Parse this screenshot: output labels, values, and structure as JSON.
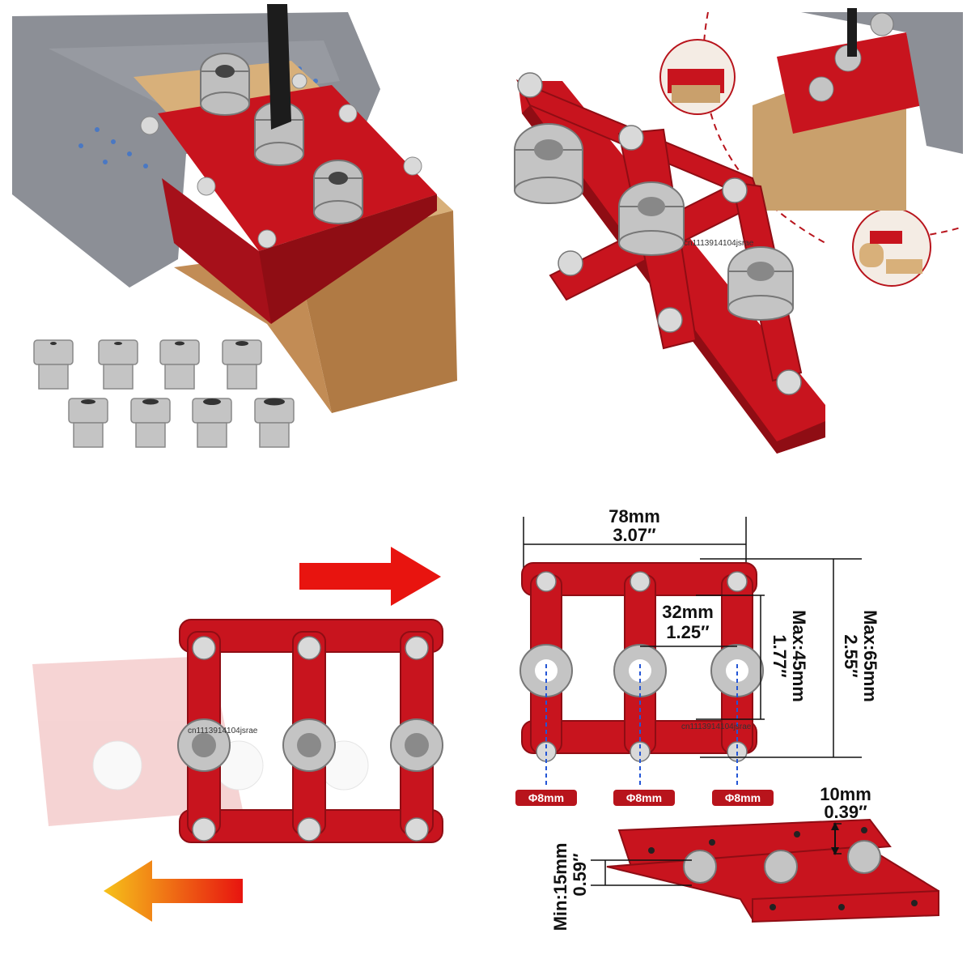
{
  "watermark": "cn1113914104jsrae",
  "dimensions": {
    "width_mm": "78mm",
    "width_in": "3.07″",
    "spacing_mm": "32mm",
    "spacing_in": "1.25″",
    "max_inner_mm": "Max:45mm",
    "max_inner_in": "1.77″",
    "max_outer_mm": "Max:65mm",
    "max_outer_in": "2.55″",
    "thickness_mm": "10mm",
    "thickness_in": "0.39″",
    "min_mm": "Min:15mm",
    "min_in": "0.59″",
    "hole_labels": [
      "Φ8mm",
      "Φ8mm",
      "Φ8mm"
    ]
  },
  "colors": {
    "jig_red": "#c8141e",
    "jig_dark": "#8f0d14",
    "steel": "#c9c9c9",
    "wood": "#c9a06c",
    "arrow_red": "#e8140f",
    "arrow_orange": "#f6a01a"
  }
}
